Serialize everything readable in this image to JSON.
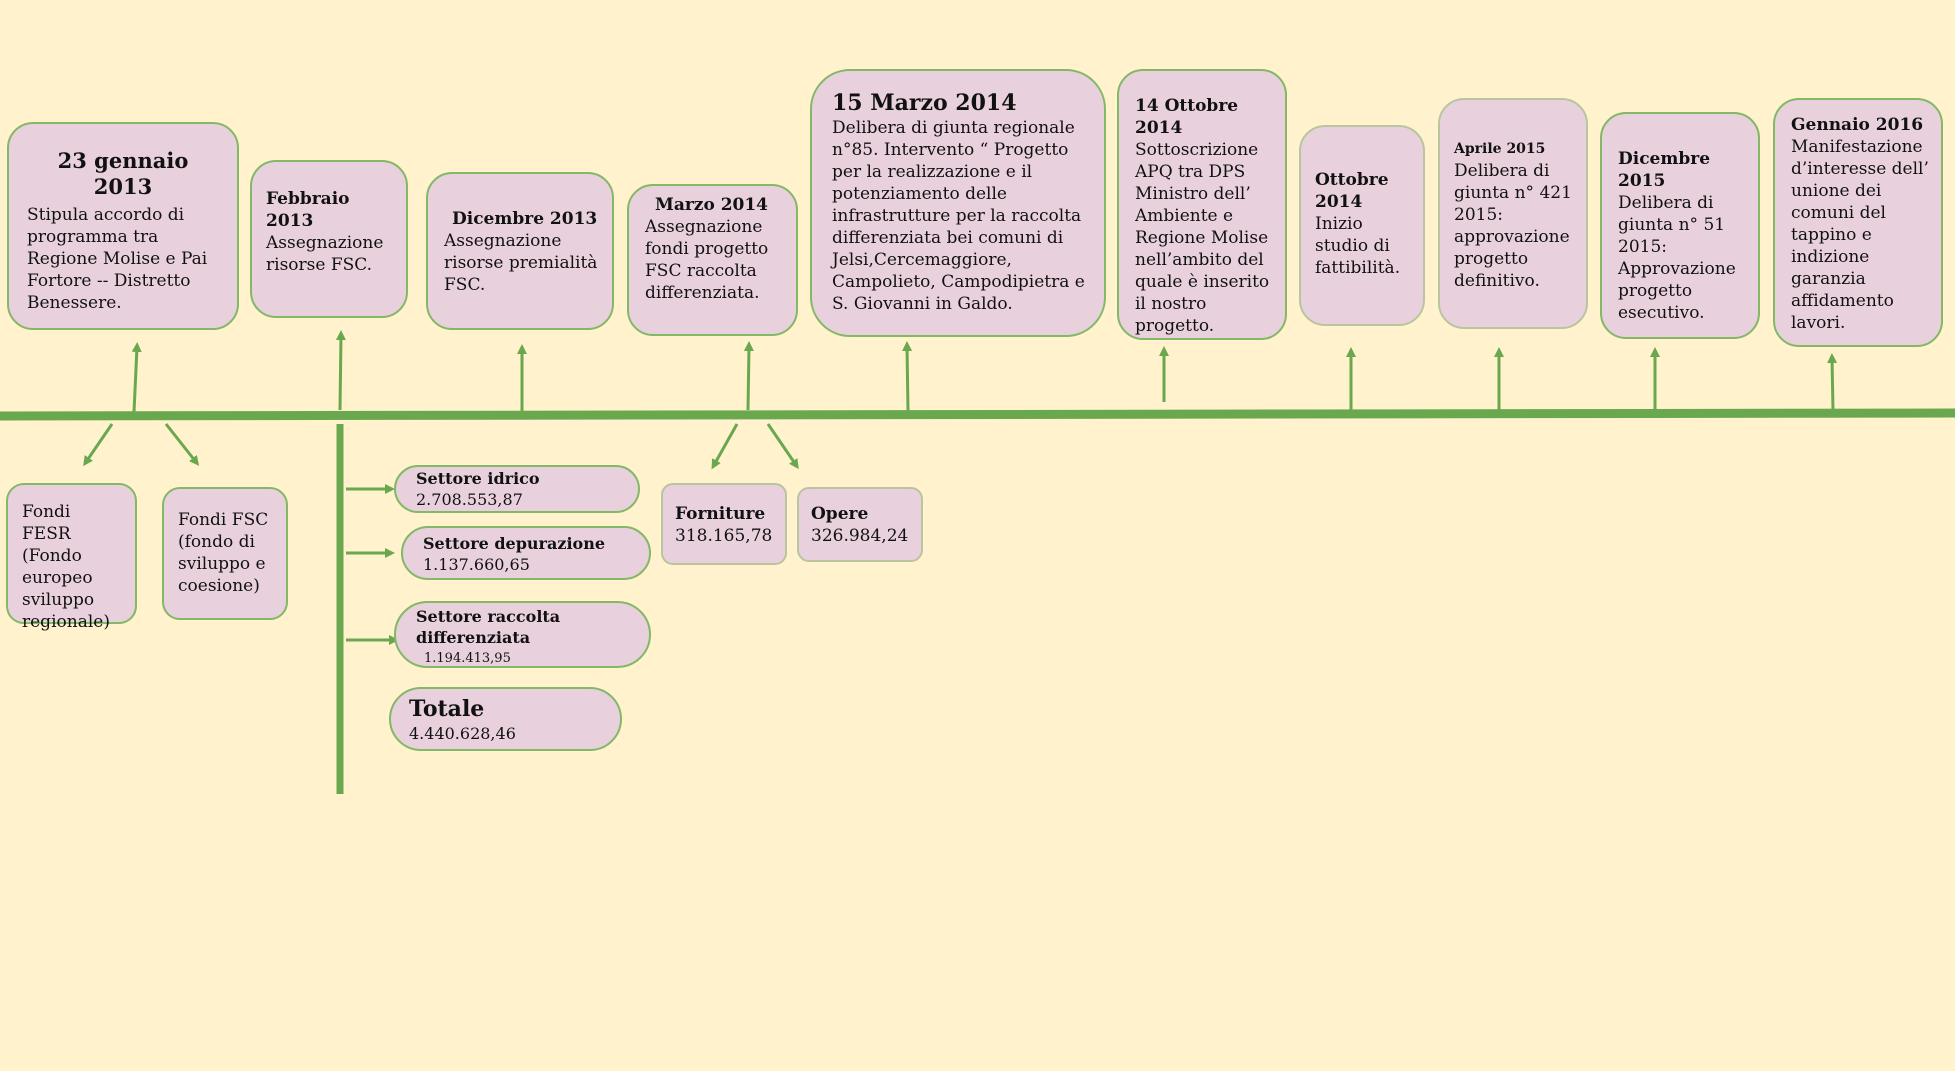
{
  "colors": {
    "background": "#fff2cc",
    "box_fill": "#e8d1dd",
    "line": "#6aa84f"
  },
  "events": [
    {
      "title": "23 gennaio 2013",
      "body": "Stipula accordo di programma tra Regione Molise e Pai Fortore -- Distretto Benessere."
    },
    {
      "title": "Febbraio 2013",
      "body": "Assegnazione risorse FSC."
    },
    {
      "title": "Dicembre  2013",
      "body": "Assegnazione risorse premialità FSC."
    },
    {
      "title": "Marzo 2014",
      "body": "Assegnazione fondi progetto FSC raccolta differenziata."
    },
    {
      "title": "15 Marzo 2014",
      "body": "Delibera di giunta  regionale n°85. Intervento “ Progetto per la realizzazione e il potenziamento delle infrastrutture per la raccolta differenziata bei comuni  di Jelsi,Cercemaggiore, Campolieto,  Campodipietra e S. Giovanni in Galdo."
    },
    {
      "title": "14 Ottobre 2014",
      "body": "Sottoscrizione APQ tra DPS Ministro dell’ Ambiente e Regione Molise nell’ambito del quale è inserito il nostro progetto."
    },
    {
      "title": "Ottobre 2014",
      "body": "Inizio studio di fattibilità."
    },
    {
      "title": "Aprile 2015",
      "body": "Delibera di giunta n° 421 2015: approvazione progetto definitivo."
    },
    {
      "title": "Dicembre 2015",
      "body": "Delibera di giunta n° 51 2015: Approvazione progetto esecutivo."
    },
    {
      "title": "Gennaio 2016",
      "body": "Manifestazione d’interesse dell’ unione dei comuni del tappino e indizione garanzia affidamento lavori."
    }
  ],
  "funds": [
    {
      "label": "Fondi FESR (Fondo europeo sviluppo regionale)"
    },
    {
      "label": "Fondi FSC (fondo di sviluppo e coesione)"
    }
  ],
  "sectors": [
    {
      "name": "Settore idrico",
      "value": "2.708.553,87"
    },
    {
      "name": "Settore depurazione",
      "value": "1.137.660,65"
    },
    {
      "name": "Settore raccolta differenziata",
      "value": "1.194.413,95"
    }
  ],
  "total": {
    "name": "Totale",
    "value": "4.440.628,46"
  },
  "supplies": [
    {
      "name": "Forniture",
      "value": "318.165,78"
    },
    {
      "name": "Opere",
      "value": "326.984,24"
    }
  ]
}
